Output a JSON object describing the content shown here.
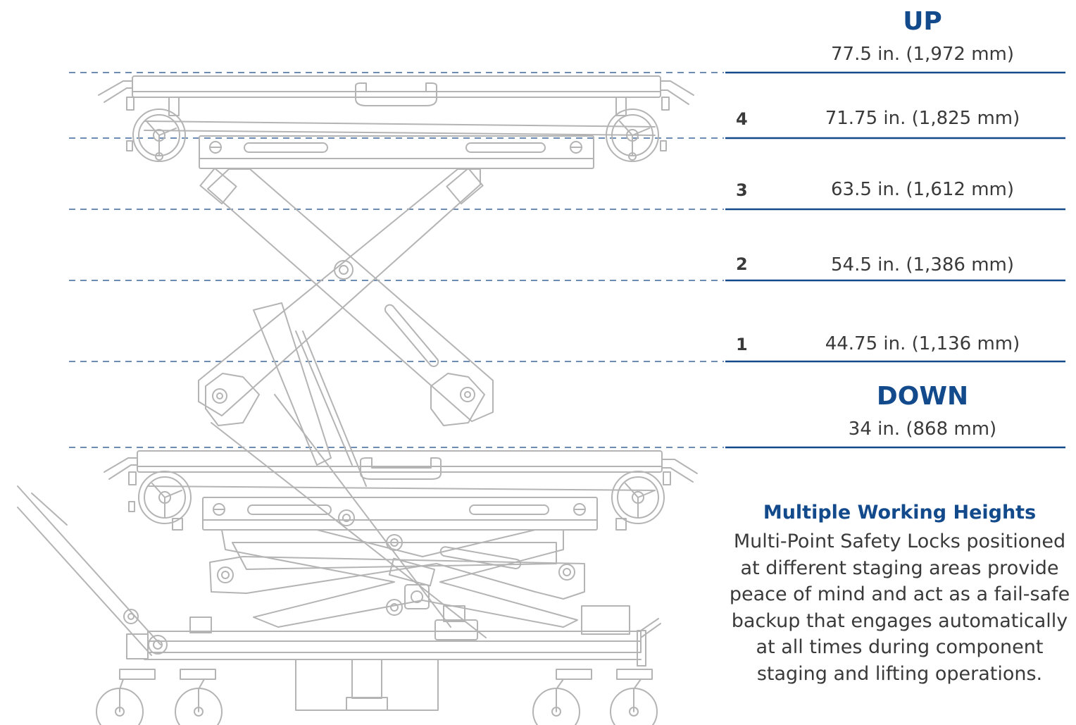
{
  "up": {
    "label": "UP",
    "value": "77.5 in. (1,972 mm)"
  },
  "levels": [
    {
      "number": "4",
      "value": "71.75 in. (1,825 mm)"
    },
    {
      "number": "3",
      "value": "63.5 in. (1,612 mm)"
    },
    {
      "number": "2",
      "value": "54.5 in. (1,386 mm)"
    },
    {
      "number": "1",
      "value": "44.75 in. (1,136 mm)"
    }
  ],
  "down": {
    "label": "DOWN",
    "value": "34 in. (868 mm)"
  },
  "description": {
    "title": "Multiple Working Heights",
    "body": "Multi-Point Safety Locks positioned at different staging areas provide peace of mind and act as a fail-safe backup that engages automatically at all times during component staging and lifting operations."
  },
  "colors": {
    "accent": "#124a8c",
    "dashed_line": "#6e8db5",
    "drawing": "#b4b4b4",
    "text": "#3a3a3a"
  }
}
